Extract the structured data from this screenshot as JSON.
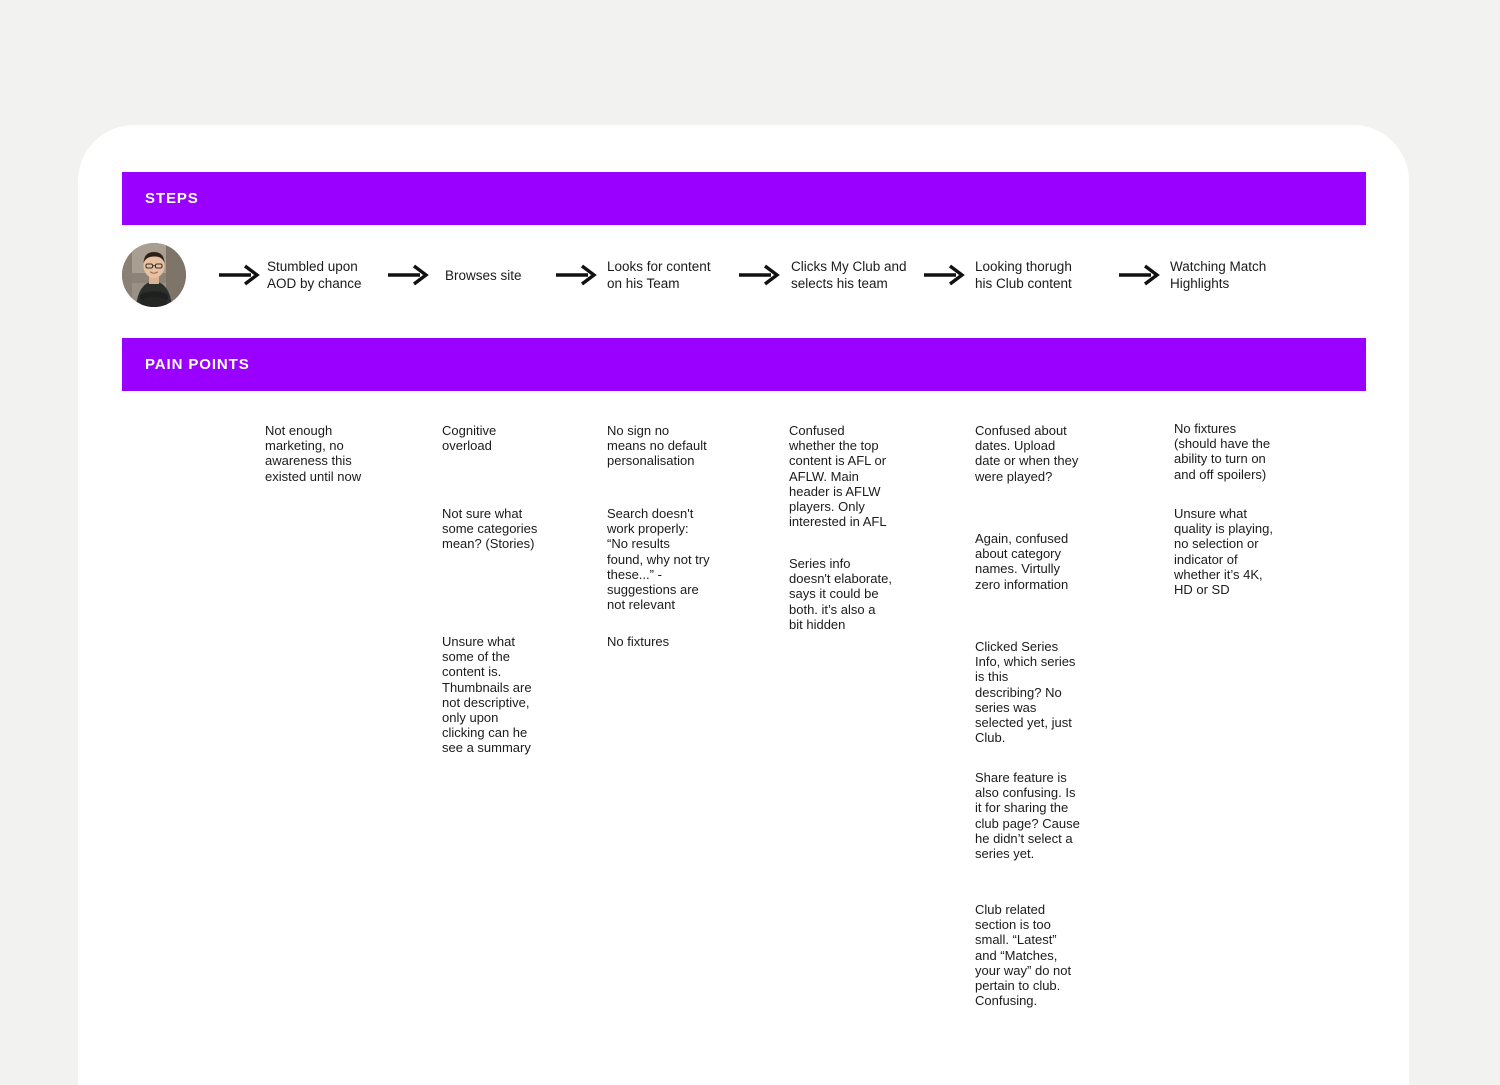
{
  "page": {
    "background_color": "#f2f2f1",
    "card_color": "#ffffff",
    "accent_color": "#9900ff"
  },
  "sections": {
    "steps": {
      "title": "STEPS",
      "avatar_alt": "user-avatar-photo",
      "steps": [
        {
          "label": "Stumbled upon\nAOD by chance"
        },
        {
          "label": "Browses site"
        },
        {
          "label": "Looks for content\non his Team"
        },
        {
          "label": "Clicks My Club and\nselects his team"
        },
        {
          "label": "Looking thorugh\nhis Club content"
        },
        {
          "label": "Watching Match\nHighlights"
        }
      ],
      "arrow_count": 6
    },
    "pain_points": {
      "title": "PAIN POINTS",
      "columns": [
        {
          "column_index": 0,
          "items": [
            "Not enough\nmarketing, no\nawareness this\nexisted until now"
          ]
        },
        {
          "column_index": 1,
          "items": [
            "Cognitive\noverload",
            "Not sure what\nsome categories\nmean? (Stories)",
            "Unsure what\nsome of the\ncontent is.\nThumbnails are\nnot descriptive,\nonly upon\nclicking can he\nsee a summary"
          ]
        },
        {
          "column_index": 2,
          "items": [
            "No sign no\nmeans no default\npersonalisation",
            "Search doesn't\nwork properly:\n“No results\nfound, why not try\nthese...” -\nsuggestions are\nnot relevant",
            "No fixtures"
          ]
        },
        {
          "column_index": 3,
          "items": [
            "Confused\nwhether the top\ncontent is AFL or\nAFLW. Main\nheader is AFLW\nplayers. Only\ninterested in AFL",
            "Series info\ndoesn't elaborate,\nsays it could be\nboth. it’s also a\nbit hidden"
          ]
        },
        {
          "column_index": 4,
          "items": [
            "Confused about\ndates. Upload\ndate or when they\nwere played?",
            "Again, confused\nabout category\nnames. Virtully\nzero information",
            "Clicked Series\nInfo, which series\nis this\ndescribing? No\nseries was\nselected yet, just\nClub.",
            "Share feature is\nalso confusing. Is\nit for sharing the\nclub page? Cause\nhe didn’t select a\nseries yet.",
            "Club related\nsection is too\nsmall. “Latest”\nand “Matches,\nyour way” do not\npertain to club.\nConfusing."
          ]
        },
        {
          "column_index": 5,
          "items": [
            "No fixtures\n(should have the\nability to turn on\nand off spoilers)",
            "Unsure what\nquality is playing,\nno selection or\nindicator of\nwhether it’s 4K,\nHD or SD"
          ]
        }
      ]
    }
  }
}
